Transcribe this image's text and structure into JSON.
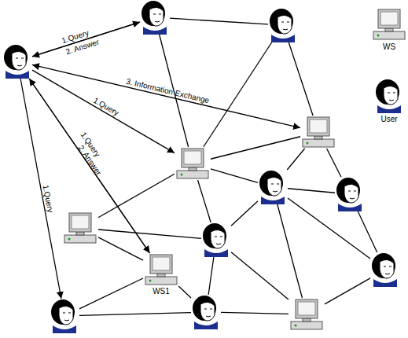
{
  "diagram": {
    "nodes": [
      {
        "text": []
      },
      {
        "text": []
      },
      {
        "text": []
      },
      {
        "text": []
      },
      {
        "text": []
      },
      {
        "text": []
      },
      {
        "text": []
      },
      {
        "text": []
      },
      {
        "text": []
      },
      {
        "text": []
      },
      {
        "text": [
          "WS1"
        ]
      },
      {
        "text": []
      },
      {
        "text": []
      },
      {
        "text": []
      }
    ],
    "edges": [
      {
        "from": 2,
        "to": 0,
        "arrow": "to",
        "label": "1.Query"
      },
      {
        "from": 0,
        "to": 2,
        "arrow": "to",
        "label": "2. Answer"
      },
      {
        "from": 2,
        "to": 3,
        "arrow": "both",
        "label": "3. Information Exchange"
      },
      {
        "from": 2,
        "to": 4,
        "arrow": "to",
        "label": "1.Query"
      },
      {
        "from": 2,
        "to": 10,
        "arrow": "to",
        "label": "1.Query"
      },
      {
        "from": 10,
        "to": 2,
        "arrow": "to",
        "label": "2. Answer"
      },
      {
        "from": 2,
        "to": 11,
        "arrow": "to",
        "label": "1.Query"
      },
      {
        "from": 0,
        "to": 1,
        "arrow": "none"
      },
      {
        "from": 0,
        "to": 4,
        "arrow": "none"
      },
      {
        "from": 1,
        "to": 4,
        "arrow": "none"
      },
      {
        "from": 1,
        "to": 3,
        "arrow": "none"
      },
      {
        "from": 4,
        "to": 3,
        "arrow": "none"
      },
      {
        "from": 4,
        "to": 5,
        "arrow": "none"
      },
      {
        "from": 7,
        "to": 4,
        "arrow": "none"
      },
      {
        "from": 4,
        "to": 8,
        "arrow": "none"
      },
      {
        "from": 3,
        "to": 5,
        "arrow": "none"
      },
      {
        "from": 3,
        "to": 6,
        "arrow": "none"
      },
      {
        "from": 5,
        "to": 6,
        "arrow": "none"
      },
      {
        "from": 5,
        "to": 8,
        "arrow": "none"
      },
      {
        "from": 5,
        "to": 13,
        "arrow": "none"
      },
      {
        "from": 5,
        "to": 9,
        "arrow": "none"
      },
      {
        "from": 6,
        "to": 9,
        "arrow": "none"
      },
      {
        "from": 7,
        "to": 8,
        "arrow": "none"
      },
      {
        "from": 7,
        "to": 10,
        "arrow": "none"
      },
      {
        "from": 11,
        "to": 10,
        "arrow": "none"
      },
      {
        "from": 11,
        "to": 12,
        "arrow": "none"
      },
      {
        "from": 10,
        "to": 12,
        "arrow": "none"
      },
      {
        "from": 8,
        "to": 12,
        "arrow": "none"
      },
      {
        "from": 8,
        "to": 13,
        "arrow": "none"
      },
      {
        "from": 12,
        "to": 13,
        "arrow": "none"
      },
      {
        "from": 13,
        "to": 9,
        "arrow": "none"
      }
    ],
    "legend": [
      {
        "text": "WS"
      },
      {
        "text": "User"
      }
    ]
  }
}
